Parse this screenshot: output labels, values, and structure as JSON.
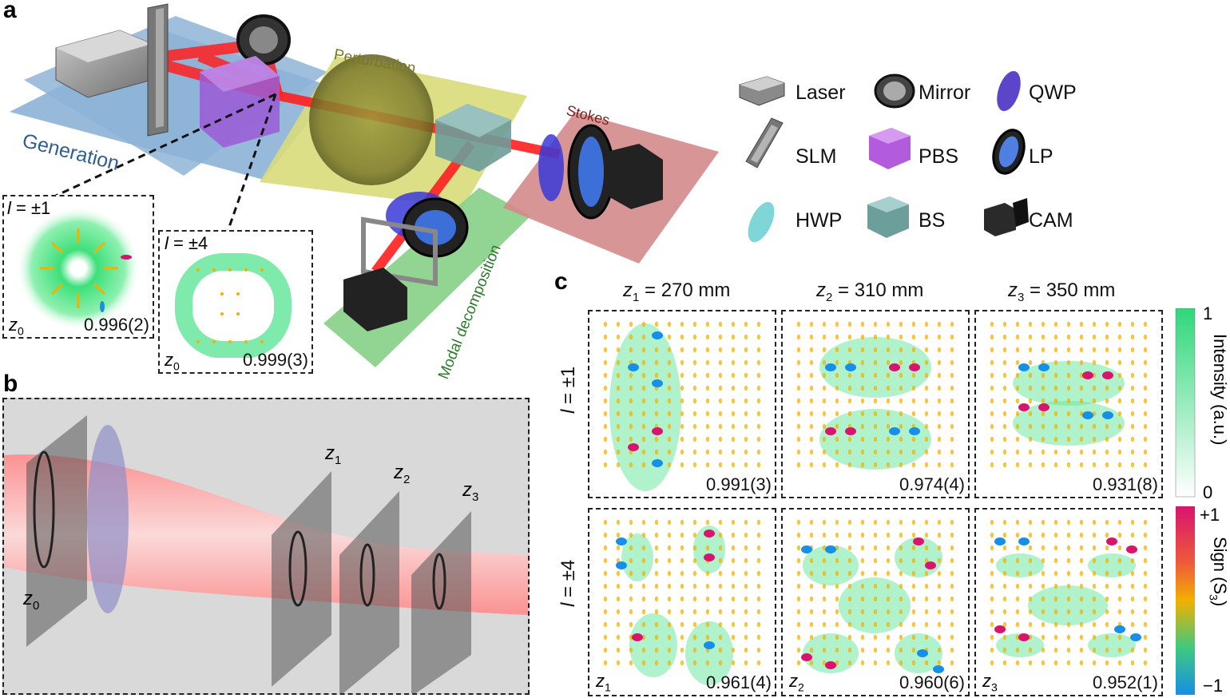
{
  "panels": {
    "a": "a",
    "b": "b",
    "c": "c"
  },
  "setup": {
    "regions": {
      "generation": "Generation",
      "perturbation": "Perturbation",
      "modal": "Modal decomposition",
      "stokes": "Stokes"
    },
    "insets": [
      {
        "l_italic": "l",
        "l_rest": " = ±1",
        "z": "z",
        "z_sub": "0",
        "fidelity": "0.996(2)"
      },
      {
        "l_italic": "l",
        "l_rest": " = ±4",
        "z": "z",
        "z_sub": "0",
        "fidelity": "0.999(3)"
      }
    ]
  },
  "legend": [
    {
      "label": "Laser",
      "icon": "laser-icon"
    },
    {
      "label": "Mirror",
      "icon": "mirror-icon"
    },
    {
      "label": "QWP",
      "icon": "qwp-icon"
    },
    {
      "label": "SLM",
      "icon": "slm-icon"
    },
    {
      "label": "PBS",
      "icon": "pbs-icon"
    },
    {
      "label": "LP",
      "icon": "lp-icon"
    },
    {
      "label": "HWP",
      "icon": "hwp-icon"
    },
    {
      "label": "BS",
      "icon": "bs-icon"
    },
    {
      "label": "CAM",
      "icon": "cam-icon"
    }
  ],
  "beam": {
    "planes": [
      {
        "z": "z",
        "sub": "0"
      },
      {
        "z": "z",
        "sub": "1"
      },
      {
        "z": "z",
        "sub": "2"
      },
      {
        "z": "z",
        "sub": "3"
      }
    ]
  },
  "grid": {
    "columns": [
      {
        "z": "z",
        "sub": "1",
        "rest": " = 270 mm"
      },
      {
        "z": "z",
        "sub": "2",
        "rest": " = 310 mm"
      },
      {
        "z": "z",
        "sub": "3",
        "rest": " = 350 mm"
      }
    ],
    "rows": [
      {
        "l_italic": "l",
        "l_rest": " = ±1"
      },
      {
        "l_italic": "l",
        "l_rest": " = ±4"
      }
    ],
    "fidelities": [
      [
        "0.991(3)",
        "0.974(4)",
        "0.931(8)"
      ],
      [
        "0.961(4)",
        "0.960(6)",
        "0.952(1)"
      ]
    ],
    "corner_labels": [
      {
        "z": "z",
        "sub": "1"
      },
      {
        "z": "z",
        "sub": "2"
      },
      {
        "z": "z",
        "sub": "3"
      }
    ]
  },
  "colorbars": {
    "intensity": {
      "max": "1",
      "min": "0",
      "label": "Intensity (a.u.)"
    },
    "sign": {
      "max": "+1",
      "min": "−1",
      "label": "Sign (S",
      "label_sub": "3",
      "label_end": ")"
    }
  }
}
